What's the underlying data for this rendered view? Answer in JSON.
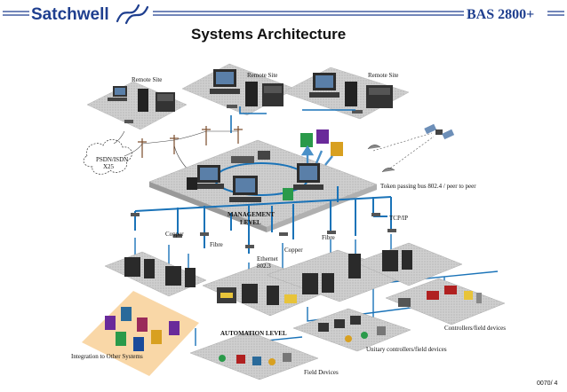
{
  "header": {
    "brand": "Satchwell",
    "product": "BAS 2800+",
    "title": "Systems Architecture"
  },
  "labels": {
    "remote_site_left": "Remote Site",
    "remote_site_mid": "Remote Site",
    "remote_site_right": "Remote Site",
    "psdn_line1": "PSDN/ISDN",
    "psdn_line2": "X25",
    "token_bus": "Token passing bus 802.4 / peer to peer",
    "tcpip": "TCP/IP",
    "management_line1": "MANAGEMENT",
    "management_line2": "LEVEL",
    "copper_left": "Copper",
    "copper_mid": "Copper",
    "fibre_left": "Fibre",
    "fibre_mid": "Fibre",
    "ethernet_line1": "Ethernet",
    "ethernet_line2": "802.3",
    "automation_level": "AUTOMATION LEVEL",
    "controllers": "Controllers/field devices",
    "unitary": "Unitary controllers/field devices",
    "integration": "Integration to Other Systems",
    "field_devices": "Field Devices"
  },
  "footer": {
    "page_code": "0070/ 4"
  },
  "colors": {
    "brand_blue": "#1f3f8f",
    "network_blue": "#1a73b8",
    "platform_grey": "#c9c9c9",
    "integration_orange": "#f7c98a"
  }
}
